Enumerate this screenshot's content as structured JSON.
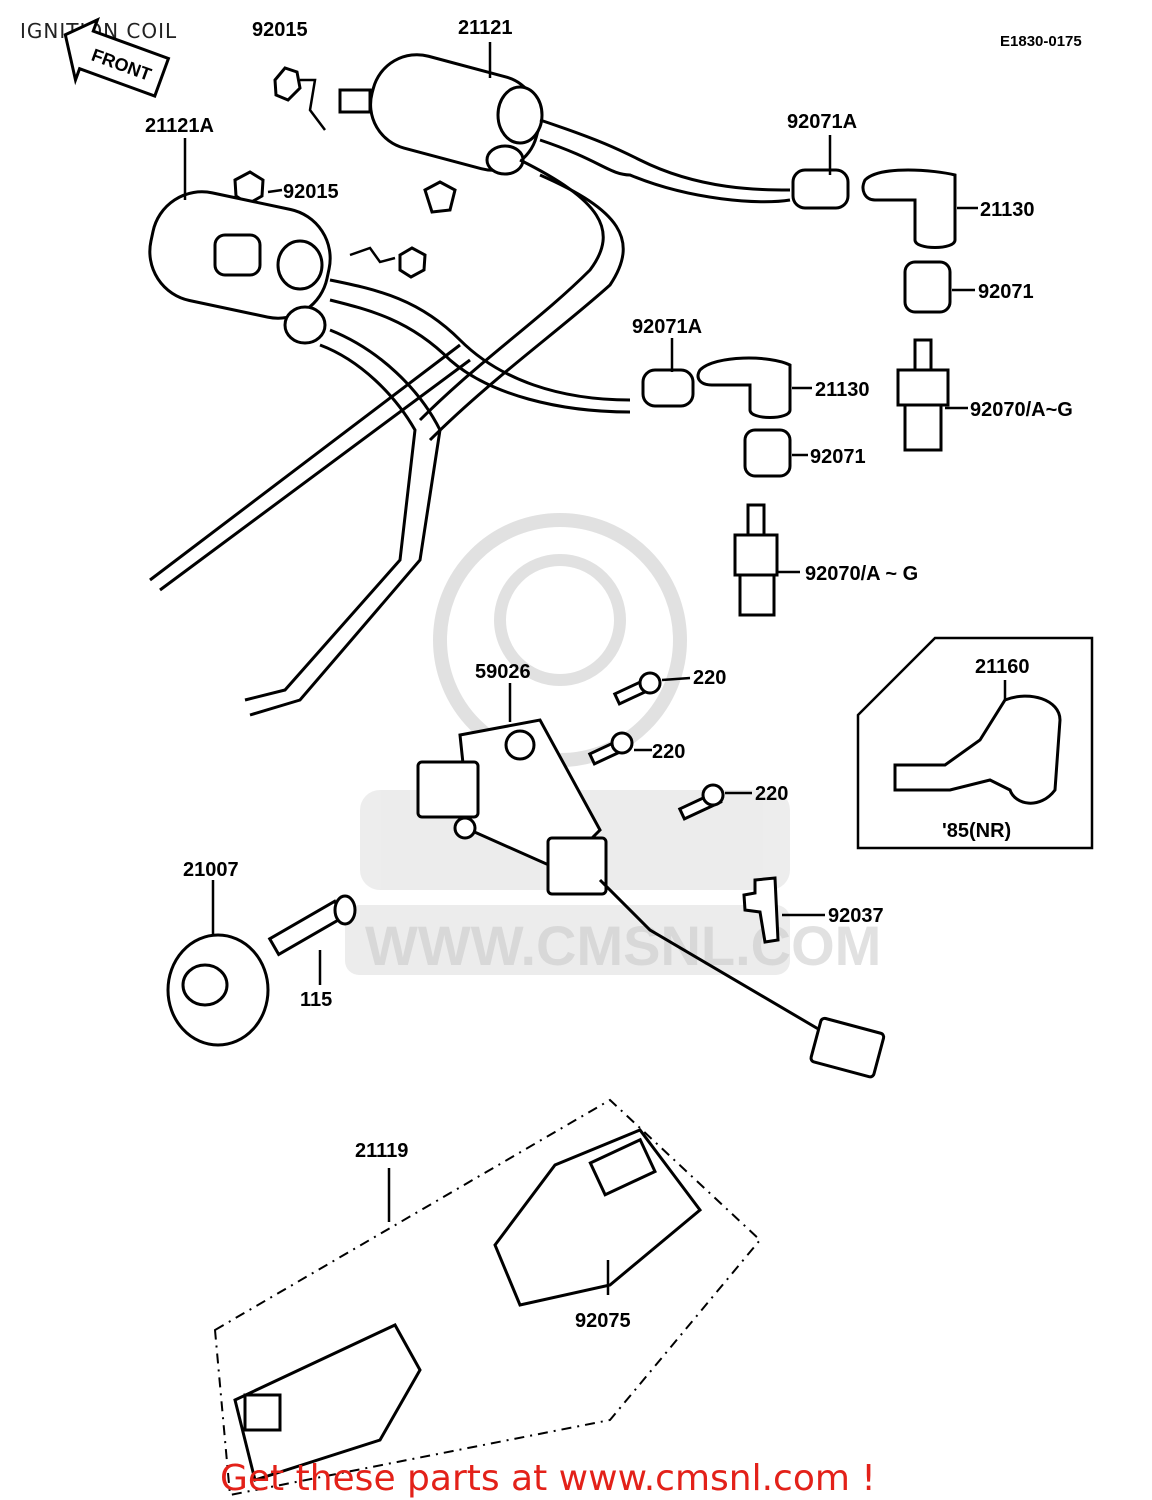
{
  "header": {
    "title": "IGNITION COIL",
    "ref_code": "E1830-0175"
  },
  "front_arrow": "FRONT",
  "watermark": "WWW.CMSNL.COM",
  "callouts": {
    "c92015_top": "92015",
    "c21121": "21121",
    "c21121A": "21121A",
    "c92015_mid": "92015",
    "c92071A_top": "92071A",
    "c21130_top": "21130",
    "c92071_top": "92071",
    "c92071A_mid": "92071A",
    "c21130_mid": "21130",
    "c92070_right": "92070/A~G",
    "c92071_mid": "92071",
    "c92070_mid": "92070/A ~ G",
    "c59026": "59026",
    "c220_a": "220",
    "c220_b": "220",
    "c220_c": "220",
    "c21160": "21160",
    "c85nr": "'85(NR)",
    "c21007": "21007",
    "c115": "115",
    "c92037": "92037",
    "c21119": "21119",
    "c92075": "92075"
  },
  "footer": {
    "promo": "Get these parts at www.cmsnl.com !"
  }
}
